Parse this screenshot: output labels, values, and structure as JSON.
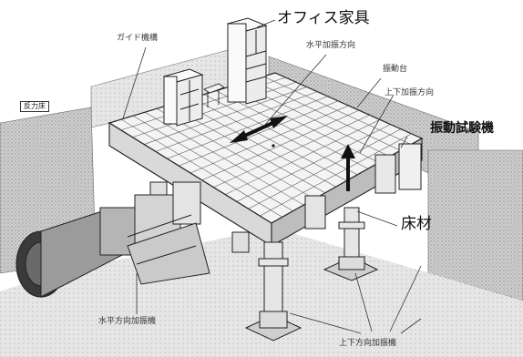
{
  "labels": {
    "guide_mechanism": "ガイド機構",
    "office_furniture": "オフィス家具",
    "horizontal_direction": "水平加振方向",
    "shake_table": "振動台",
    "vertical_direction": "上下加振方向",
    "reaction_floor": "反力床",
    "vibration_test_machine": "振動試験機",
    "floor_material": "床材",
    "horizontal_actuator": "水平方向加振機",
    "vertical_actuator": "上下方向加振機"
  }
}
